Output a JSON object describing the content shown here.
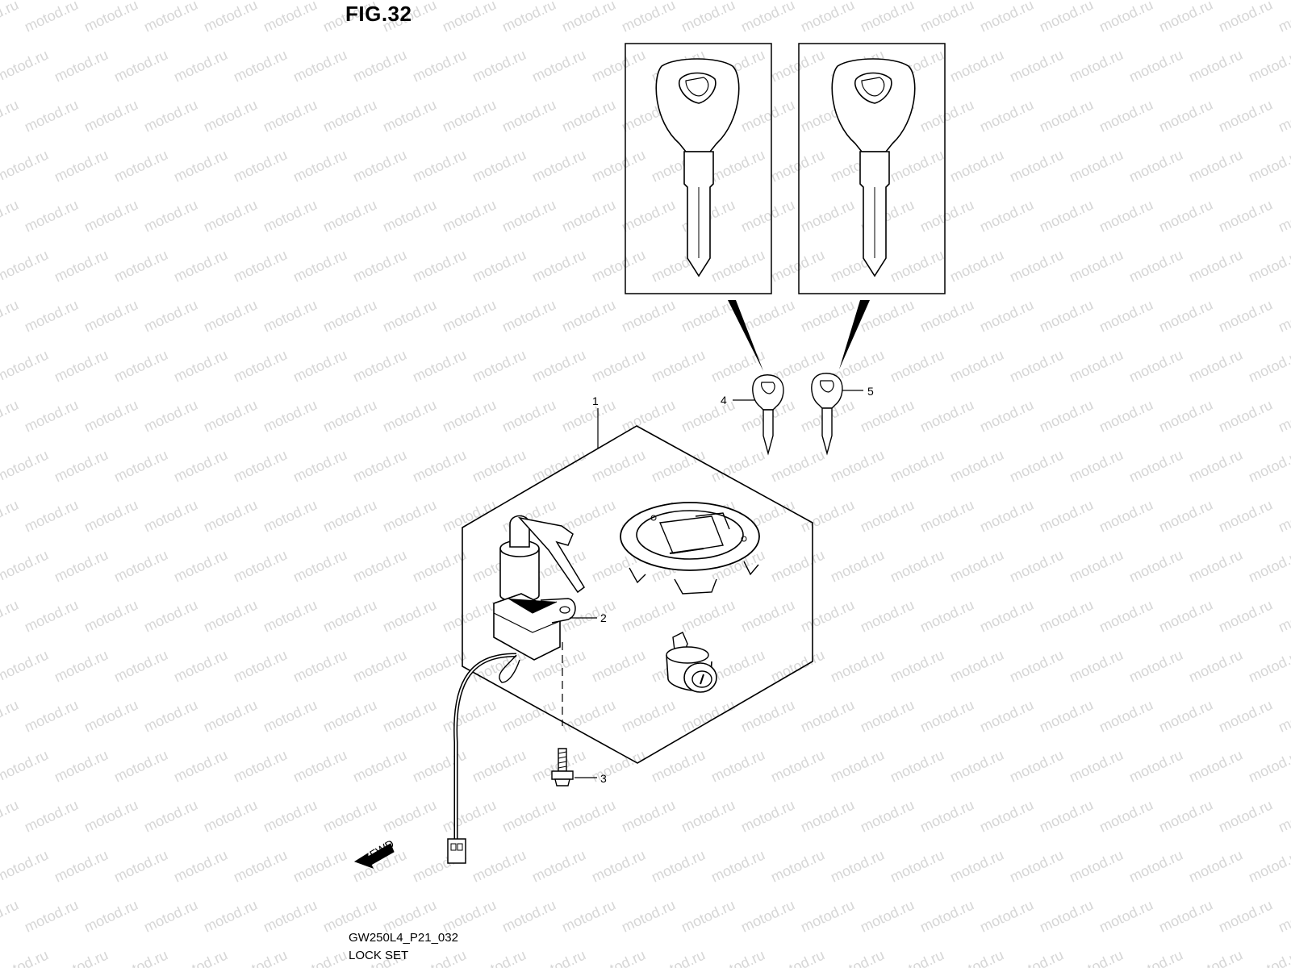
{
  "figure": {
    "title": "FIG.32",
    "drawing_code": "GW250L4_P21_032",
    "name": "LOCK SET"
  },
  "watermark": {
    "text": "motod.ru",
    "color": "#d6d6d6"
  },
  "callouts": [
    {
      "number": "1"
    },
    {
      "number": "2"
    },
    {
      "number": "3"
    },
    {
      "number": "4"
    },
    {
      "number": "5"
    }
  ],
  "fwd_arrow": {
    "label": "FWD"
  }
}
